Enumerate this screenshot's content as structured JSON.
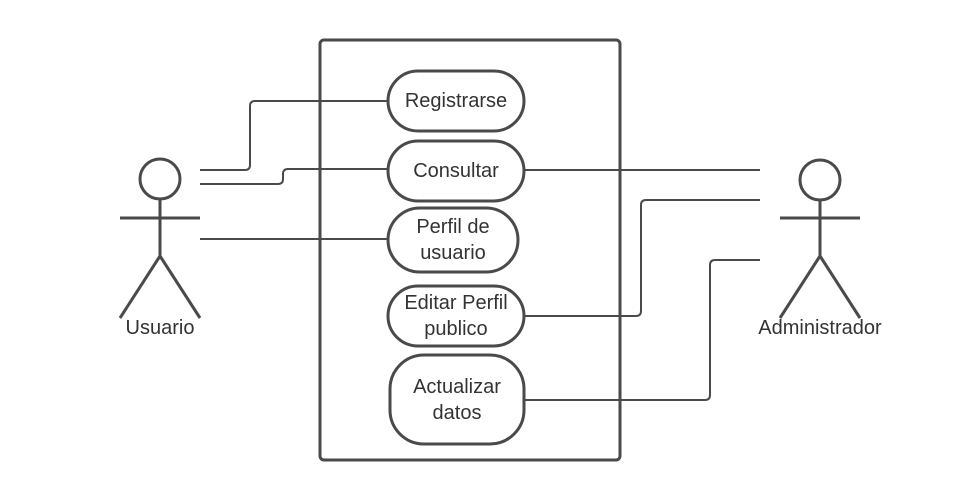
{
  "actors": {
    "left": "Usuario",
    "right": "Administrador"
  },
  "use_cases": [
    "Registrarse",
    "Consultar",
    "Perfil de\nusuario",
    "Editar Perfil\npublico",
    "Actualizar\ndatos"
  ],
  "colors": {
    "stroke": "#4a4a4a",
    "text": "#333333",
    "background": "#ffffff"
  }
}
